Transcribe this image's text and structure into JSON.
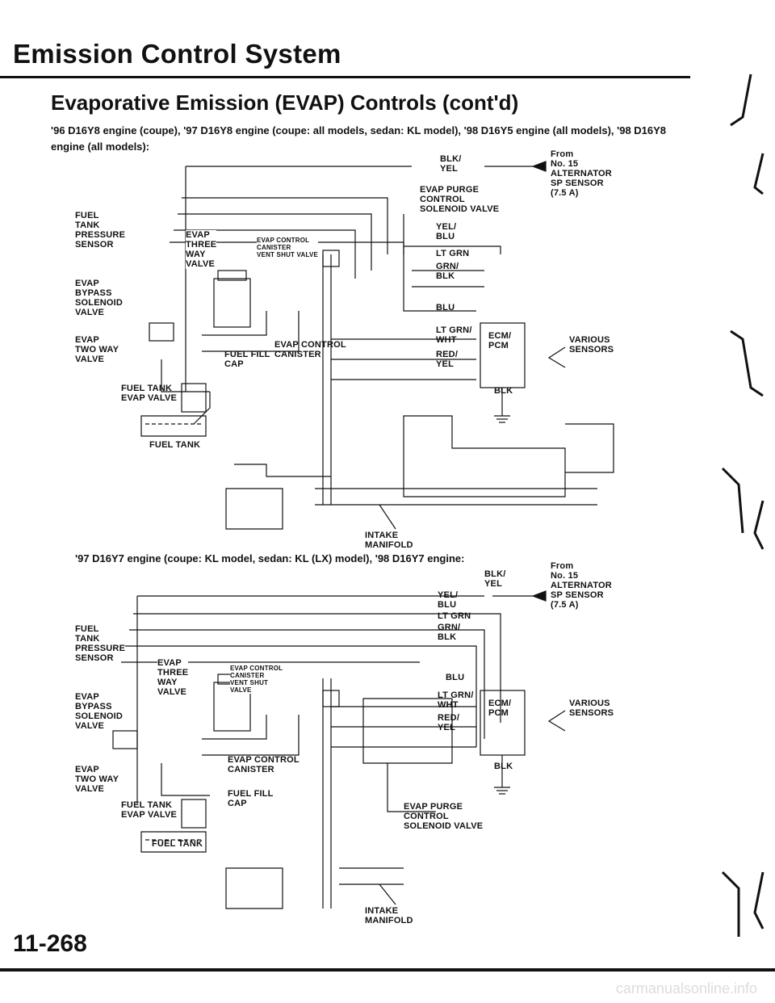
{
  "header": {
    "title": "Emission Control System",
    "section": "Evaporative Emission (EVAP) Controls (cont'd)"
  },
  "diagram1": {
    "note": "'96 D16Y8 engine (coupe), '97 D16Y8 engine (coupe: all models, sedan: KL model), '98 D16Y5 engine (all models), '98 D16Y8 engine (all models):",
    "labels": {
      "wire_blk_yel": "BLK/\nYEL",
      "from_alternator": "From\nNo. 15\nALTERNATOR\nSP SENSOR\n(7.5 A)",
      "evap_purge": "EVAP PURGE\nCONTROL\nSOLENOID VALVE",
      "fuel_tank_pressure": "FUEL\nTANK\nPRESSURE\nSENSOR",
      "wire_yel_blu": "YEL/\nBLU",
      "evap_three_way": "EVAP\nTHREE\nWAY\nVALVE",
      "canister_vent": "EVAP CONTROL\nCANISTER\nVENT SHUT VALVE",
      "wire_lt_grn": "LT GRN",
      "wire_grn_blk": "GRN/\nBLK",
      "evap_bypass": "EVAP\nBYPASS\nSOLENOID\nVALVE",
      "wire_blu": "BLU",
      "ecm_pcm": "ECM/\nPCM",
      "various_sensors": "VARIOUS\nSENSORS",
      "wire_lt_grn_wht": "LT GRN/\nWHT",
      "evap_two_way": "EVAP\nTWO WAY\nVALVE",
      "fuel_fill_cap": "FUEL FILL\nCAP",
      "evap_canister": "EVAP CONTROL\nCANISTER",
      "wire_red_yel": "RED/\nYEL",
      "fuel_tank_evap": "FUEL TANK\nEVAP VALVE",
      "wire_blk": "BLK",
      "fuel_tank": "FUEL TANK",
      "intake_manifold": "INTAKE\nMANIFOLD"
    }
  },
  "diagram2": {
    "note": "'97 D16Y7 engine (coupe: KL model, sedan: KL (LX) model), '98 D16Y7 engine:",
    "labels": {
      "wire_blk_yel": "BLK/\nYEL",
      "from_alternator": "From\nNo. 15\nALTERNATOR\nSP SENSOR\n(7.5 A)",
      "wire_yel_blu": "YEL/\nBLU",
      "wire_lt_grn": "LT GRN",
      "wire_grn_blk": "GRN/\nBLK",
      "fuel_tank_pressure": "FUEL\nTANK\nPRESSURE\nSENSOR",
      "evap_three_way": "EVAP\nTHREE\nWAY\nVALVE",
      "canister_vent": "EVAP CONTROL\nCANISTER\nVENT SHUT\nVALVE",
      "wire_blu": "BLU",
      "ecm_pcm": "ECM/\nPCM",
      "various_sensors": "VARIOUS\nSENSORS",
      "wire_lt_grn_wht": "LT GRN/\nWHT",
      "wire_red_yel": "RED/\nYEL",
      "evap_bypass": "EVAP\nBYPASS\nSOLENOID\nVALVE",
      "wire_blk": "BLK",
      "evap_canister": "EVAP CONTROL\nCANISTER",
      "evap_two_way": "EVAP\nTWO WAY\nVALVE",
      "fuel_fill_cap": "FUEL FILL\nCAP",
      "fuel_tank_evap": "FUEL TANK\nEVAP VALVE",
      "evap_purge": "EVAP PURGE\nCONTROL\nSOLENOID VALVE",
      "fuel_tank": "FUEL TANK",
      "intake_manifold": "INTAKE\nMANIFOLD"
    }
  },
  "footer": {
    "page_number": "11-268",
    "watermark": "carmanualsonline.info"
  }
}
